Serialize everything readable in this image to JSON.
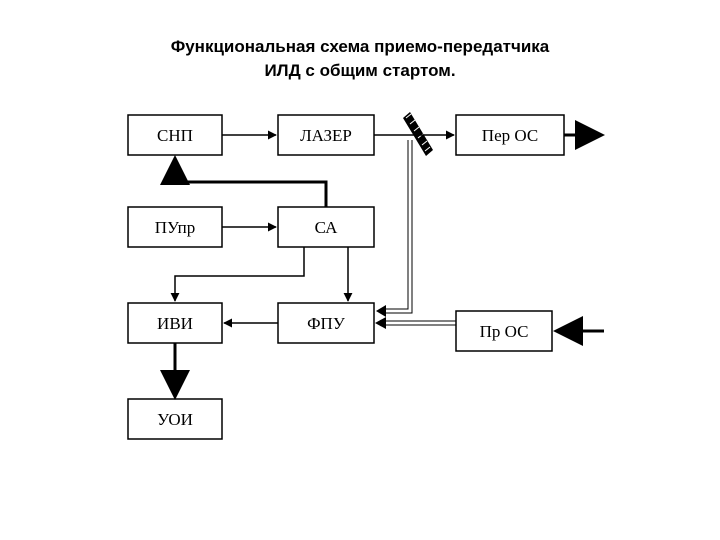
{
  "title": {
    "line1": "Функциональная схема приемо-передатчика",
    "line2": "ИЛД  с общим стартом."
  },
  "blocks": {
    "snp": "СНП",
    "laser": "ЛАЗЕР",
    "per_os": "Пер ОС",
    "puupr": "ПУпр",
    "sa": "СА",
    "ivi": "ИВИ",
    "fpu": "ФПУ",
    "pr_os": "Пр ОС",
    "uoi": "УОИ"
  }
}
